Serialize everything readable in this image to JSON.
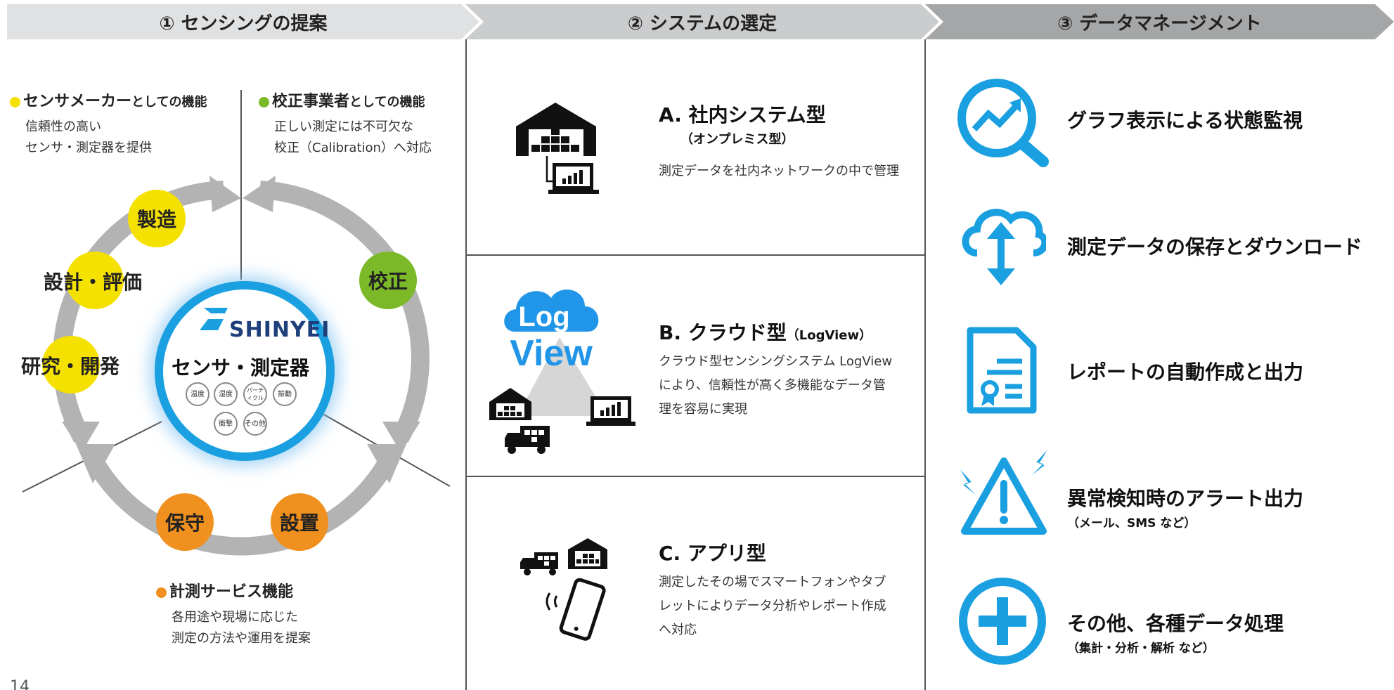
{
  "headers": {
    "col1": "① センシングの提案",
    "col2": "② システムの選定",
    "col3": "③ データマネージメント"
  },
  "sensing": {
    "maker": {
      "title_bold": "センサメーカー",
      "title_small": "としての機能",
      "desc_lines": [
        "信頼性の高い",
        "センサ・測定器を提供"
      ],
      "dot_color": "#f5e100"
    },
    "calibration": {
      "title_bold": "校正事業者",
      "title_small": "としての機能",
      "desc_lines": [
        "正しい測定には不可欠な",
        "校正（Calibration）へ対応"
      ],
      "dot_color": "#7cb928"
    },
    "service": {
      "title": "計測サービス機能",
      "desc_lines": [
        "各用途や現場に応じた",
        "測定の方法や運用を提案"
      ],
      "dot_color": "#f0901e"
    },
    "stages": {
      "manufacturing": "製造",
      "design_eval": "設計・評価",
      "research_dev": "研究・開発",
      "calibration": "校正",
      "maintenance": "保守",
      "installation": "設置"
    },
    "center": {
      "logo": "SHINYEI",
      "title": "センサ・測定器",
      "pills": [
        "温度",
        "湿度",
        "パーティクル",
        "振動",
        "衝撃",
        "その他"
      ]
    }
  },
  "systems": {
    "a": {
      "title": "A. 社内システム型",
      "sub": "（オンプレミス型）",
      "desc_lines": [
        "測定データを社内ネットワークの中で管理"
      ]
    },
    "b": {
      "title": "B. クラウド型",
      "title_small": "（LogView）",
      "logo_top": "Log",
      "logo_bottom": "View",
      "desc_lines": [
        "クラウド型センシングシステム LogView",
        "により、信頼性が高く多機能なデータ管",
        "理を容易に実現"
      ]
    },
    "c": {
      "title": "C. アプリ型",
      "desc_lines": [
        "測定したその場でスマートフォンやタブ",
        "レットによりデータ分析やレポート作成",
        "へ対応"
      ]
    }
  },
  "data_management": {
    "items": [
      {
        "title": "グラフ表示による状態監視",
        "sub": ""
      },
      {
        "title": "測定データの保存とダウンロード",
        "sub": ""
      },
      {
        "title": "レポートの自動作成と出力",
        "sub": ""
      },
      {
        "title": "異常検知時のアラート出力",
        "sub": "（メール、SMS など）"
      },
      {
        "title": "その他、各種データ処理",
        "sub": "（集計・分析・解析 など）"
      }
    ]
  },
  "page_number": "14",
  "colors": {
    "accent_blue": "#1a9fe0",
    "yellow": "#f5e100",
    "green": "#7cb928",
    "orange": "#f0901e",
    "arrow_gray": "#b3b3b3"
  }
}
